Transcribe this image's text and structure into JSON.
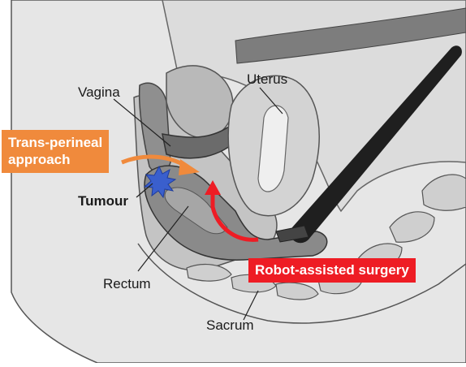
{
  "labels": {
    "vagina": "Vagina",
    "uterus": "Uterus",
    "tumour": "Tumour",
    "rectum": "Rectum",
    "sacrum": "Sacrum"
  },
  "approaches": {
    "trans_perineal_line1": "Trans-perineal",
    "trans_perineal_line2": "approach",
    "robot": "Robot-assisted surgery"
  },
  "colors": {
    "background_body": "#e6e6e6",
    "tissue_light": "#b9b9b9",
    "tissue_mid": "#8f8f8f",
    "tissue_dark": "#6b6b6b",
    "uterus_fill": "#d3d3d3",
    "bone": "#cfcfcf",
    "muscle": "#7d7d7d",
    "instrument": "#1f1f1f",
    "tumour": "#3a5fcd",
    "trans_perineal_arrow": "#f08a3c",
    "robot_arrow": "#ee1c24"
  },
  "icons": {
    "tumour": "blue-star-burst",
    "robot_instrument": "laparoscopic-rod"
  }
}
